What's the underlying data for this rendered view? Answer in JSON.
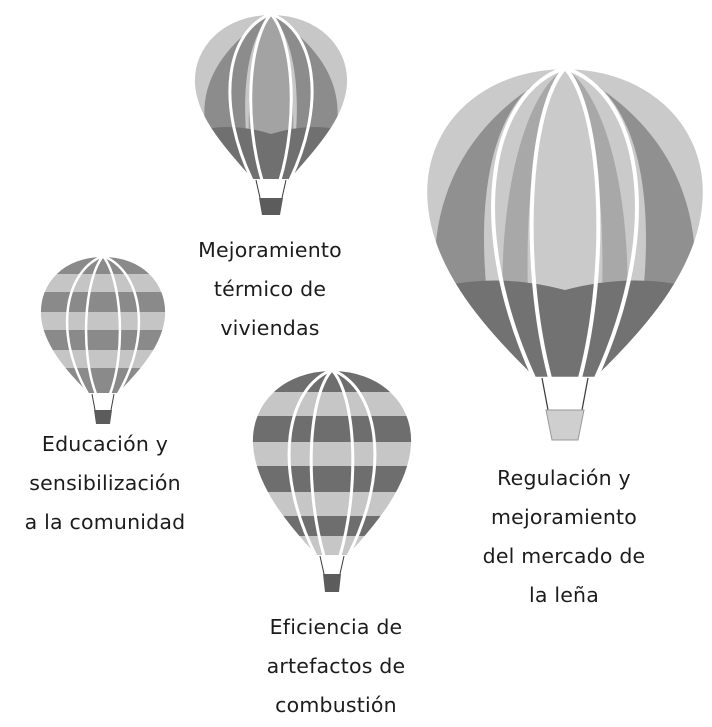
{
  "colors": {
    "light": "#c6c6c6",
    "mid": "#9a9a9a",
    "dark": "#6a6a6a",
    "stroke": "#ffffff",
    "ink": "#3a3a3a"
  },
  "labels": {
    "thermal": [
      "Mejoramiento",
      "térmico de",
      "viviendas"
    ],
    "education": [
      "Educación y",
      "sensibilización",
      "a la comunidad"
    ],
    "efficiency": [
      "Eficiencia de",
      "artefactos de",
      "combustión"
    ],
    "regulation": [
      "Regulación y",
      "mejoramiento",
      "del mercado de",
      "la leña"
    ]
  },
  "balloons": {
    "thermal": {
      "pattern": "bottom-band"
    },
    "education": {
      "pattern": "stripes"
    },
    "efficiency": {
      "pattern": "stripes"
    },
    "regulation": {
      "pattern": "bottom-band"
    }
  }
}
